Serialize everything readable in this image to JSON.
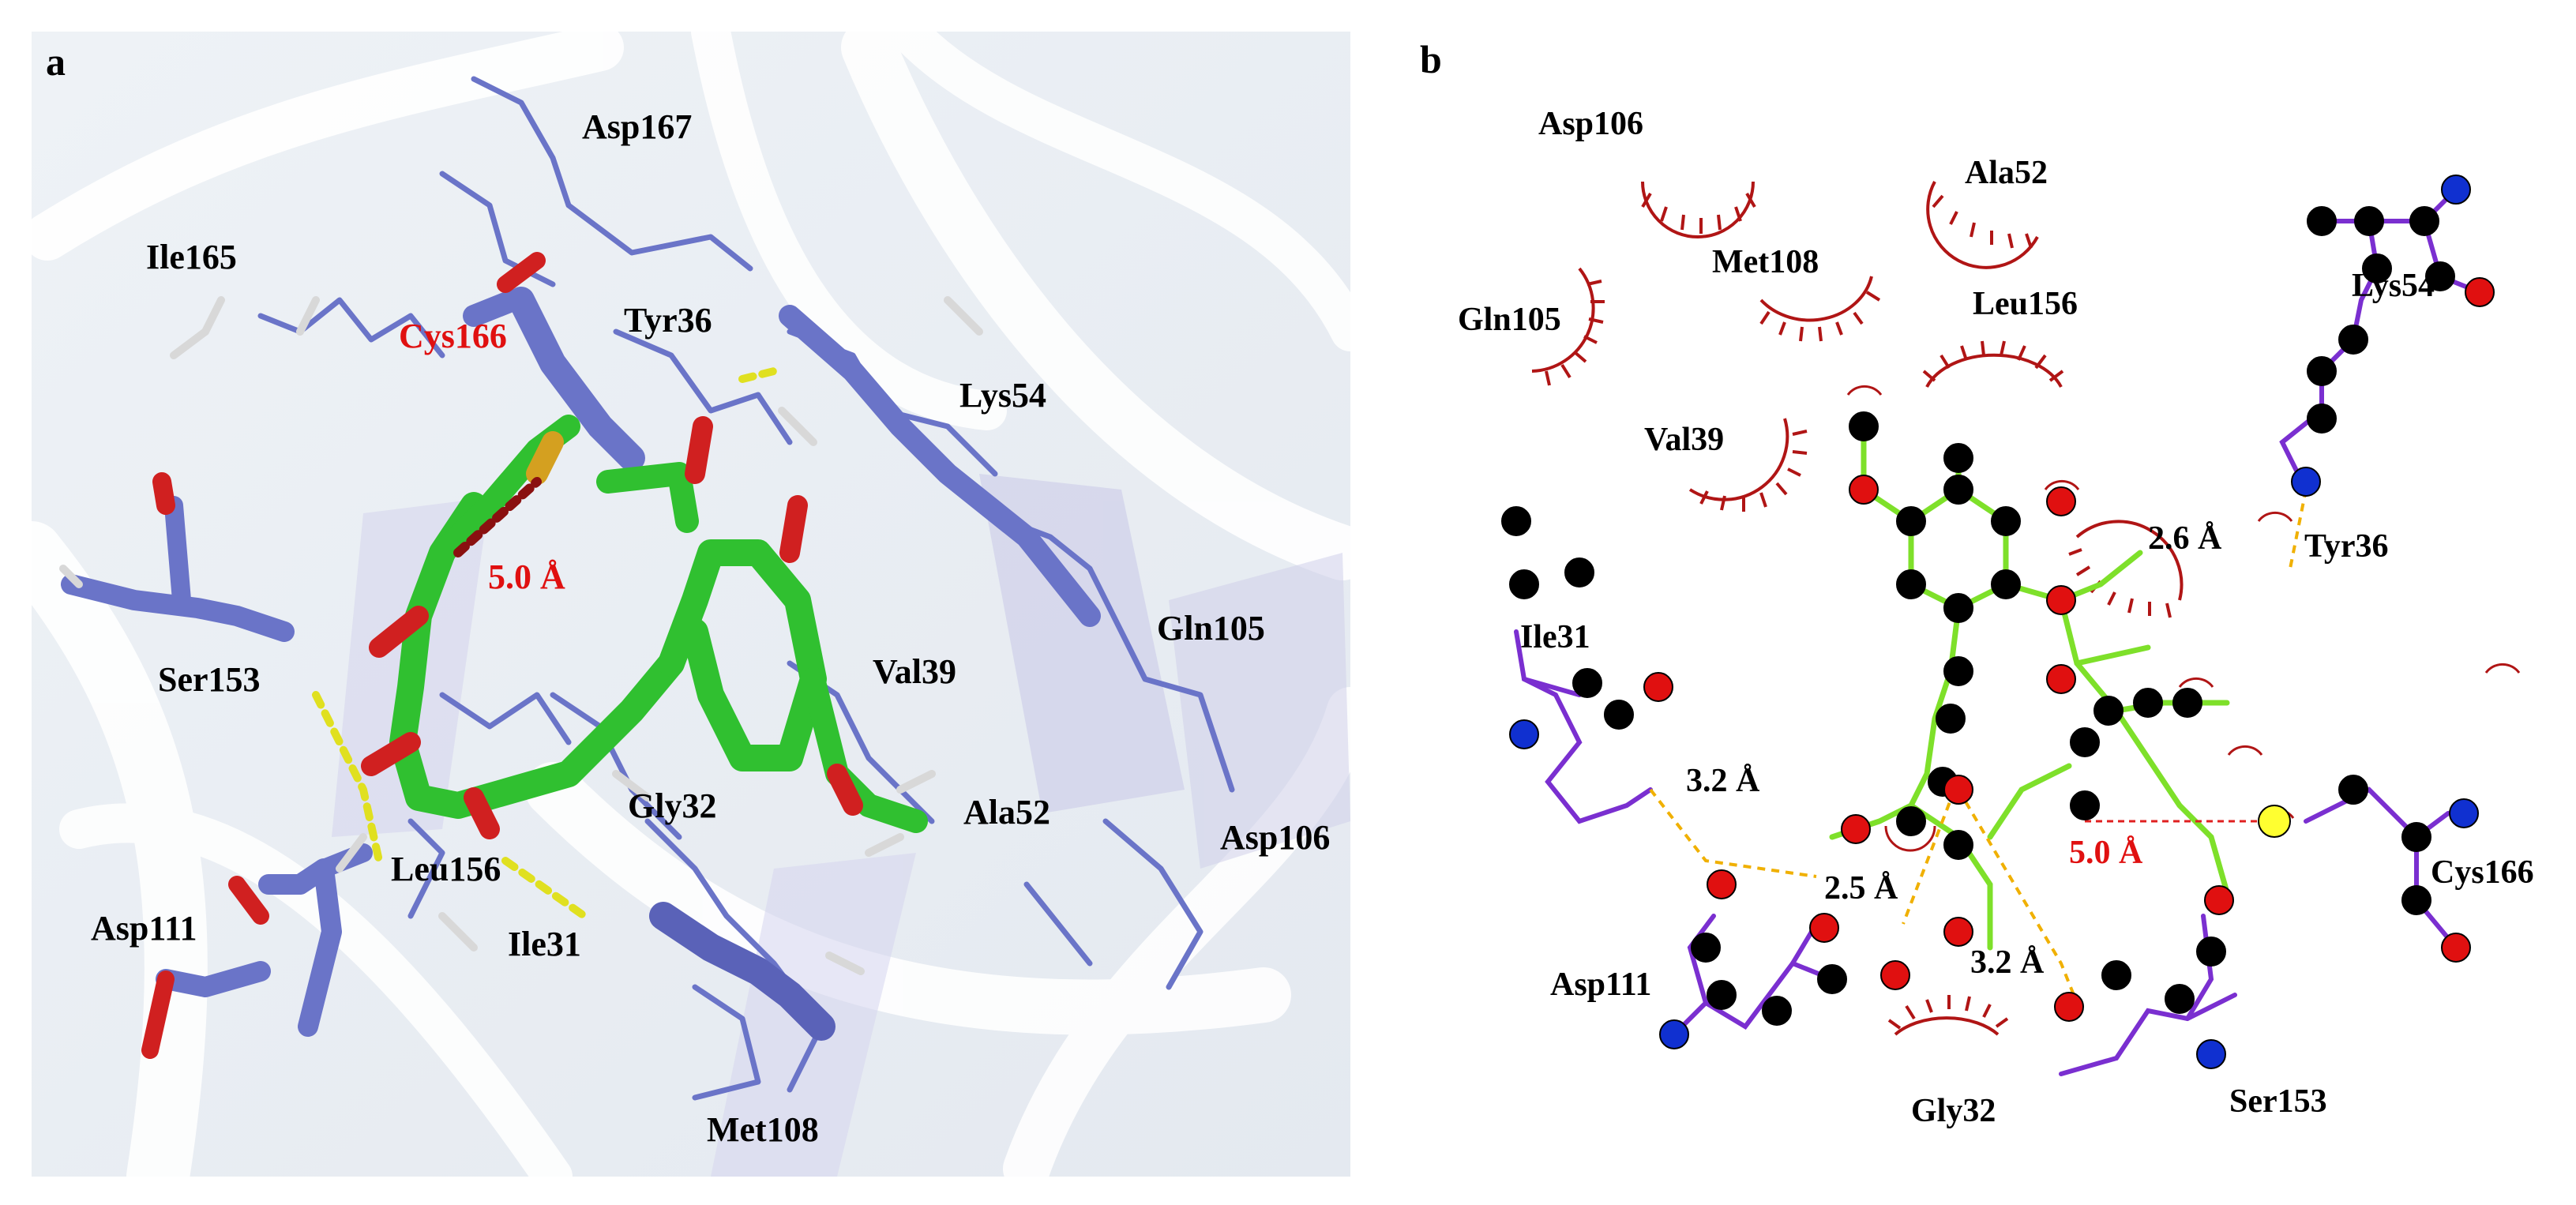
{
  "panel_a": {
    "letter": "a",
    "residue_labels": [
      {
        "id": "asp167",
        "text": "Asp167",
        "highlight": false
      },
      {
        "id": "ile165",
        "text": "Ile165",
        "highlight": false
      },
      {
        "id": "cys166",
        "text": "Cys166",
        "highlight": true
      },
      {
        "id": "tyr36",
        "text": "Tyr36",
        "highlight": false
      },
      {
        "id": "lys54",
        "text": "Lys54",
        "highlight": false
      },
      {
        "id": "ser153",
        "text": "Ser153",
        "highlight": false
      },
      {
        "id": "gln105",
        "text": "Gln105",
        "highlight": false
      },
      {
        "id": "val39",
        "text": "Val39",
        "highlight": false
      },
      {
        "id": "gly32",
        "text": "Gly32",
        "highlight": false
      },
      {
        "id": "ala52",
        "text": "Ala52",
        "highlight": false
      },
      {
        "id": "asp106",
        "text": "Asp106",
        "highlight": false
      },
      {
        "id": "leu156",
        "text": "Leu156",
        "highlight": false
      },
      {
        "id": "asp111",
        "text": "Asp111",
        "highlight": false
      },
      {
        "id": "ile31",
        "text": "Ile31",
        "highlight": false
      },
      {
        "id": "met108",
        "text": "Met108",
        "highlight": false
      }
    ],
    "distance_label": "5.0 Å"
  },
  "panel_b": {
    "letter": "b",
    "hydrophobic_labels": [
      {
        "id": "asp106",
        "text": "Asp106"
      },
      {
        "id": "ala52",
        "text": "Ala52"
      },
      {
        "id": "met108",
        "text": "Met108"
      },
      {
        "id": "gln105",
        "text": "Gln105"
      },
      {
        "id": "leu156",
        "text": "Leu156"
      },
      {
        "id": "val39",
        "text": "Val39"
      },
      {
        "id": "tyr36",
        "text": "Tyr36"
      },
      {
        "id": "gly32",
        "text": "Gly32"
      }
    ],
    "residue_labels": [
      {
        "id": "lys54",
        "text": "Lys54"
      },
      {
        "id": "ile31",
        "text": "Ile31"
      },
      {
        "id": "cys166",
        "text": "Cys166"
      },
      {
        "id": "asp111",
        "text": "Asp111"
      },
      {
        "id": "ser153",
        "text": "Ser153"
      }
    ],
    "distances": [
      {
        "id": "lys54",
        "text": "2.6 Å",
        "red": false
      },
      {
        "id": "ile31",
        "text": "3.2 Å",
        "red": false
      },
      {
        "id": "cys166",
        "text": "5.0 Å",
        "red": true
      },
      {
        "id": "asp111",
        "text": "2.5 Å",
        "red": false
      },
      {
        "id": "ser153",
        "text": "3.2 Å",
        "red": false
      }
    ],
    "colors": {
      "ligand_bond": "#7ee02a",
      "residue_bond": "#7a2fd0",
      "carbon": "#000000",
      "oxygen": "#e01010",
      "nitrogen": "#1030d0",
      "sulfur": "#ffff30",
      "hbond": "#f0b000",
      "arc": "#b01515"
    }
  }
}
